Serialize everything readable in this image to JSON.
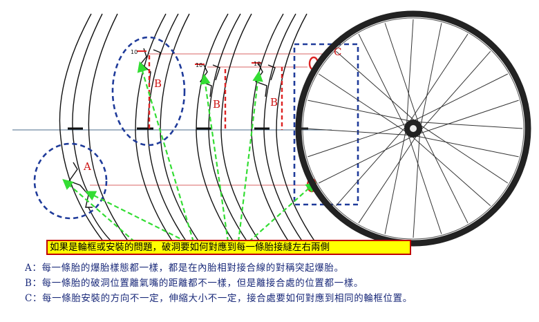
{
  "labels": {
    "a": "A",
    "b": "B",
    "c": "C",
    "gap_value": "10"
  },
  "callout": "如果是輪框或安裝的問題，破洞要如何對應到每一條胎接縫左右兩側",
  "notes": [
    "A：每一條胎的爆胎樣態都一樣，都是在內胎相對接合線的對稱突起爆胎。",
    "B：每一條胎的破洞位置離氣嘴的距離都不一樣，但是離接合處的位置都一樣。",
    "C：每一條胎安裝的方向不一定，伸縮大小不一定，接合處要如何對應到相同的輪框位置。"
  ],
  "colors": {
    "ring": "#1f3b9a",
    "arrow": "#33dd33",
    "dim": "#dd2222",
    "label": "#cc1111",
    "note_text": "#1a2a7a"
  }
}
